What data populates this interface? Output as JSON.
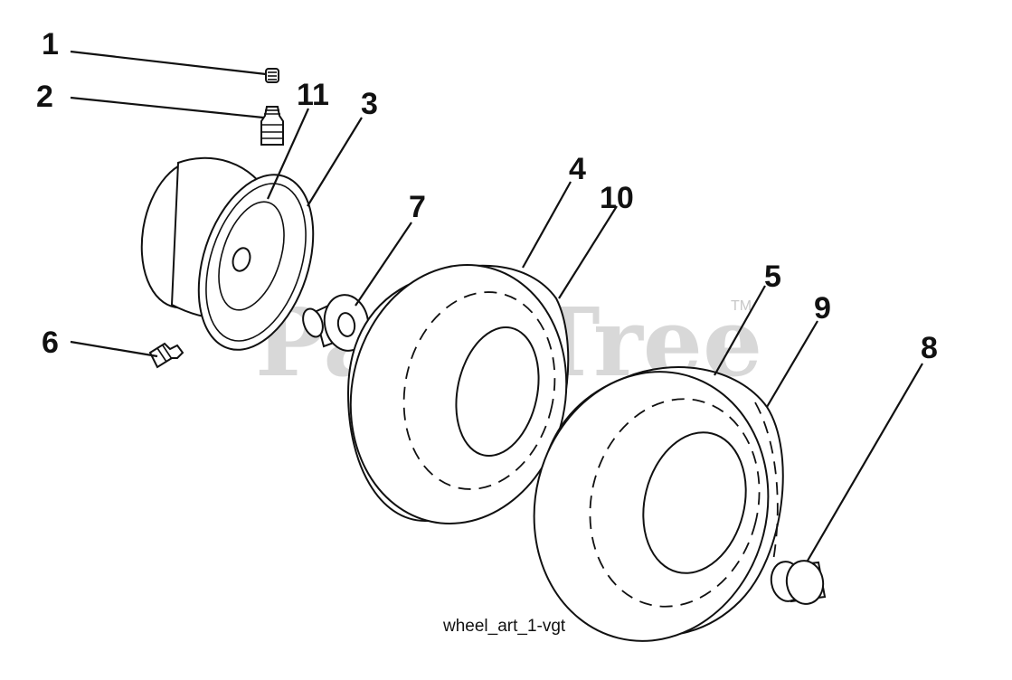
{
  "watermark": {
    "text": "PartsTree",
    "trademark": "TM"
  },
  "caption": "wheel_art_1-vgt",
  "callouts": [
    {
      "id": "1",
      "label": "1"
    },
    {
      "id": "2",
      "label": "2"
    },
    {
      "id": "11",
      "label": "11"
    },
    {
      "id": "3",
      "label": "3"
    },
    {
      "id": "7",
      "label": "7"
    },
    {
      "id": "4",
      "label": "4"
    },
    {
      "id": "10",
      "label": "10"
    },
    {
      "id": "5",
      "label": "5"
    },
    {
      "id": "9",
      "label": "9"
    },
    {
      "id": "8",
      "label": "8"
    },
    {
      "id": "6",
      "label": "6"
    }
  ]
}
